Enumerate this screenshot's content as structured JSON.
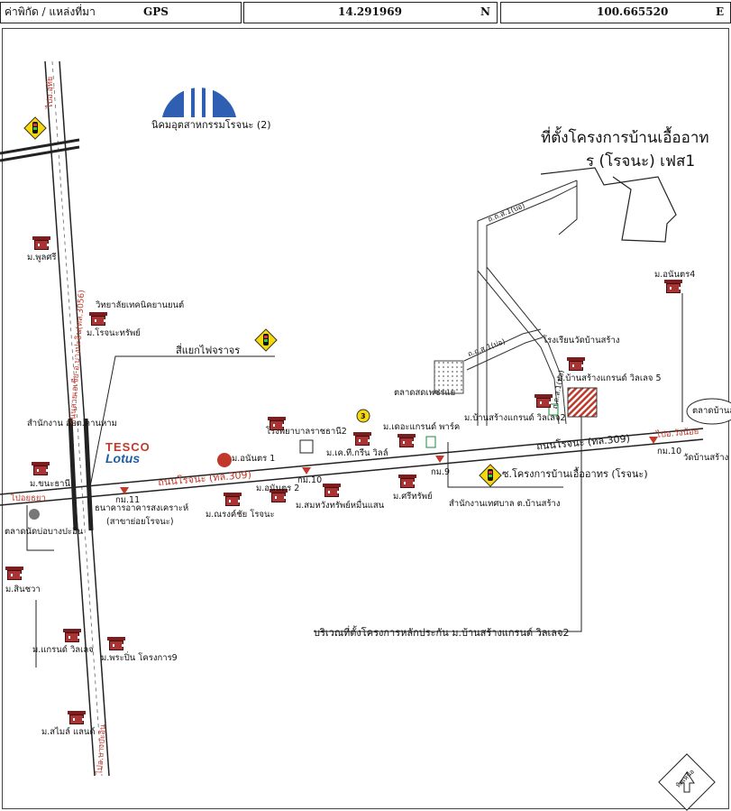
{
  "header": {
    "label": "ค่าพิกัด / แหล่งที่มา",
    "source": "GPS",
    "latitude": "14.291969",
    "lat_dir": "N",
    "longitude": "100.665520",
    "lon_dir": "E"
  },
  "project": {
    "line1": "ที่ตั้งโครงการบ้านเอื้ออาท",
    "line2": "ร (โรจนะ) เฟส1"
  },
  "collateral_note": "บริเวณที่ตั้งโครงการหลักประกัน ม.บ้านสร้างแกรนด์ วิลเลจ2",
  "roads": {
    "rojana_left": "ถนนโรจนะ (ทล.309)",
    "rojana_right": "ถนนโรจนะ (ทล.309)",
    "to_wang_noi": "ไปอ.วังน้อย",
    "to_ayutthaya": "ไปอยุธยา",
    "to_uthai": "ไปอ.อุทัย",
    "to_bang_pa_in": "ไปอ.บางปะอิน",
    "left_vertical": "ถนนสายเอเชีย-อ.บางปะอิน(ทล.3056)",
    "small_top": "ถ.ถ.ส.1(บ่อ)",
    "small_mid": "ถ.ถ.ส.1(บ่อ)",
    "small_vert": "ถ.ถ.ส.1(บ่อ)",
    "soi_project": "ซ.โครงการบ้านเอื้ออาทร (โรจนะ)",
    "intersection": "สี่แยกไฟจราจร"
  },
  "km": {
    "km11": "กม.11",
    "km10a": "กม.10",
    "km9": "กม.9",
    "km10b": "กม.10"
  },
  "landmarks": {
    "industrial_estate": "นิคมอุตสาหกรรมโรจนะ (2)",
    "tech_college": "วิทยาลัยเทคนิคยานยนต์",
    "hospital": "โรงพยาบาลราชธานี2",
    "market": "ตลาดสดเพชรแย",
    "school": "โรงเรียนวัดบ้านสร้าง",
    "municipal_office": "สำนักงานเทศบาล ต.บ้านสร้าง",
    "tambon_admin": "สำนักงาน อบต.คานหาม",
    "bank": "ธนาคารอาคารสงเคราะห์",
    "bank_branch": "(สาขาย่อยโรจนะ)",
    "market_right": "ตลาดบ้านส",
    "temple": "วัดบ้านสร้าง",
    "post": "ตลาดนัดบ่อบางปะอิน",
    "tesco_top": "TESCO",
    "tesco_bottom": "Lotus",
    "shield_number": "3",
    "north": "ทิศเหนือ"
  },
  "villages": {
    "phu_sri": "ม.พูลศรี",
    "rojana_sap": "ม.โรจนะทรัพย์",
    "khanathani": "ม.ขนะธานี",
    "sin_chawa": "ม.สินชวา",
    "grand_village": "ม.แกรนด์ วิลเลจ",
    "phra_pin": "ม.พระปิ่น โครงการ9",
    "smile_land": "ม.สไมล์ แลนด์",
    "anan1": "ม.อนันตร 1",
    "anan2": "ม.อนันตร 2",
    "narongchai": "ม.ณรงค์ชัย โรจนะ",
    "sommai": "ม.สมหวังทรัพย์หมื่นแสน",
    "kt_green": "ม.เค.ที.กรีน วิลล์",
    "the_grand_park": "ม.เดอะแกรนด์ พาร์ค",
    "sri_sap": "ม.ศรีทรัพย์",
    "ban_sang2": "ม.บ้านสร้างแกรนด์ วิลเลจ2",
    "ban_sang5": "ม.บ้านสร้างแกรนด์ วิลเลจ 5",
    "anan4": "ม.อนันตร4"
  }
}
